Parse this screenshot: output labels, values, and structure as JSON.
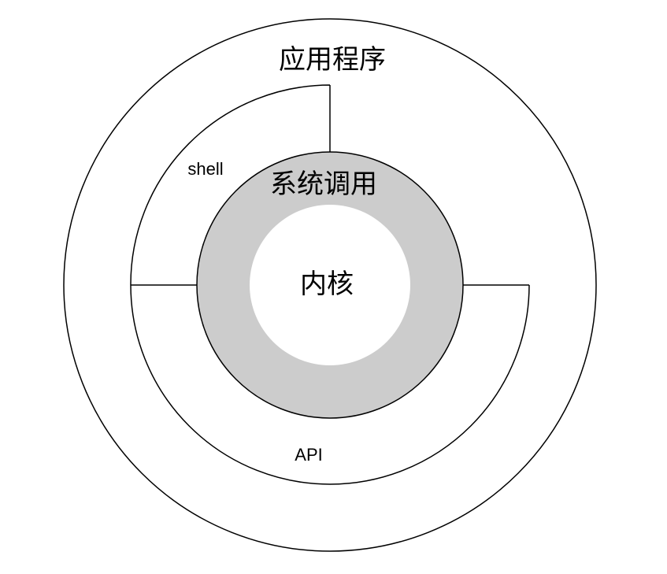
{
  "labels": {
    "application": "应用程序",
    "shell": "shell",
    "system_call": "系统调用",
    "kernel": "内核",
    "api": "API"
  },
  "colors": {
    "syscall_ring_fill": "#cccccc",
    "kernel_fill": "#ffffff",
    "line": "#000000",
    "background": "#ffffff"
  }
}
